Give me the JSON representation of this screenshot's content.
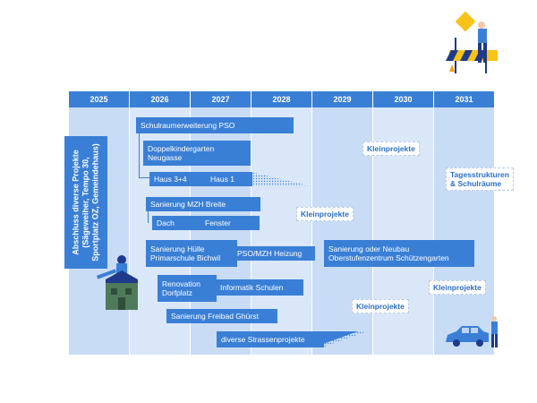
{
  "years": [
    "2025",
    "2026",
    "2027",
    "2028",
    "2029",
    "2030",
    "2031"
  ],
  "vertical_label": "Abschluss diverse Projekte\n(Sägeweiher, Tempo 30,\nSportplatz OZ, Gemeindehaus)",
  "projects": {
    "schulraum": "Schulraumerweiterung PSO",
    "doppelkindergarten": "Doppelkindergarten Neugasse",
    "haus34": "Haus 3+4",
    "haus1": "Haus 1",
    "mzh": "Sanierung MZH Breite",
    "dach": "Dach",
    "fenster": "Fenster",
    "huelle": "Sanierung Hülle Primarschule Bichwil",
    "pso_mzh": "PSO/MZH Heizung",
    "oberstufe": "Sanierung oder Neubau Oberstufenzentrum Schützengarten",
    "dorfplatz": "Renovation Dorfplatz",
    "informatik": "Informatik Schulen",
    "freibad": "Sanierung Freibad Ghürst",
    "strassen": "diverse Strassenprojekte"
  },
  "kleinprojekte": [
    "Kleinprojekte",
    "Kleinprojekte",
    "Kleinprojekte",
    "Kleinprojekte"
  ],
  "tagesstrukturen": "Tagesstrukturen & Schulräume",
  "colors": {
    "primary": "#3a7fd6",
    "light_col": "#c9dcf5",
    "lighter_col": "#d9e7f8",
    "accent_yellow": "#f7c31a"
  },
  "icons": [
    "construction-worker-icon",
    "house-icon",
    "car-icon",
    "person-icon"
  ]
}
